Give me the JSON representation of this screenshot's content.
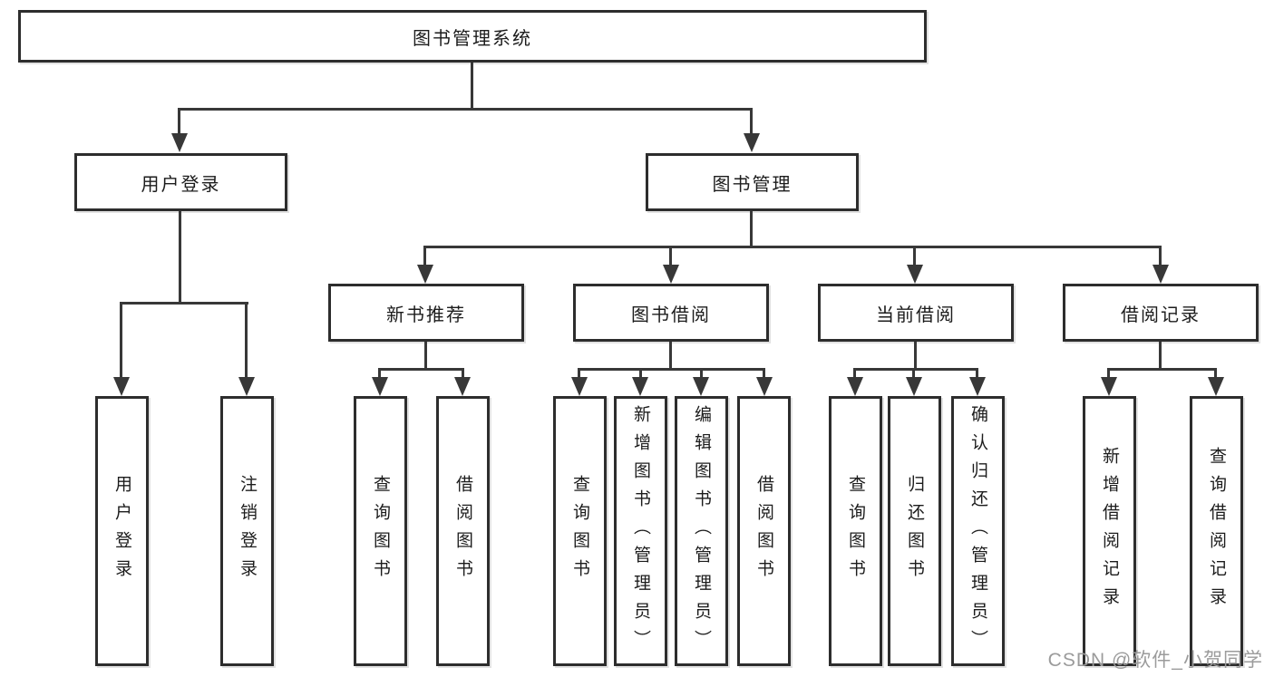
{
  "diagram": {
    "root": {
      "label": "图书管理系统"
    },
    "level2": {
      "user_login": {
        "label": "用户登录"
      },
      "book_management": {
        "label": "图书管理"
      }
    },
    "level3": {
      "new_book_recommend": {
        "label": "新书推荐"
      },
      "book_borrow": {
        "label": "图书借阅"
      },
      "current_borrow": {
        "label": "当前借阅"
      },
      "borrow_record": {
        "label": "借阅记录"
      }
    },
    "leaves": {
      "user_login": {
        "label": "用户登录"
      },
      "logout": {
        "label": "注销登录"
      },
      "recommend_query_book": {
        "label": "查询图书"
      },
      "recommend_borrow_book": {
        "label": "借阅图书"
      },
      "borrow_query_book": {
        "label": "查询图书"
      },
      "borrow_add_book": {
        "label": "新增图书（管理员）"
      },
      "borrow_edit_book": {
        "label": "编辑图书（管理员）"
      },
      "borrow_borrow_book": {
        "label": "借阅图书"
      },
      "current_query_book": {
        "label": "查询图书"
      },
      "current_return_book": {
        "label": "归还图书"
      },
      "current_confirm_return": {
        "label": "确认归还（管理员）"
      },
      "record_add": {
        "label": "新增借阅记录"
      },
      "record_query": {
        "label": "查询借阅记录"
      }
    },
    "watermark": "CSDN @软件_小贺同学",
    "colors": {
      "line": "#383838",
      "border": "#2d2d2d",
      "text": "#1c1c1c",
      "watermark": "#9b9b9b",
      "background": "#ffffff"
    }
  }
}
